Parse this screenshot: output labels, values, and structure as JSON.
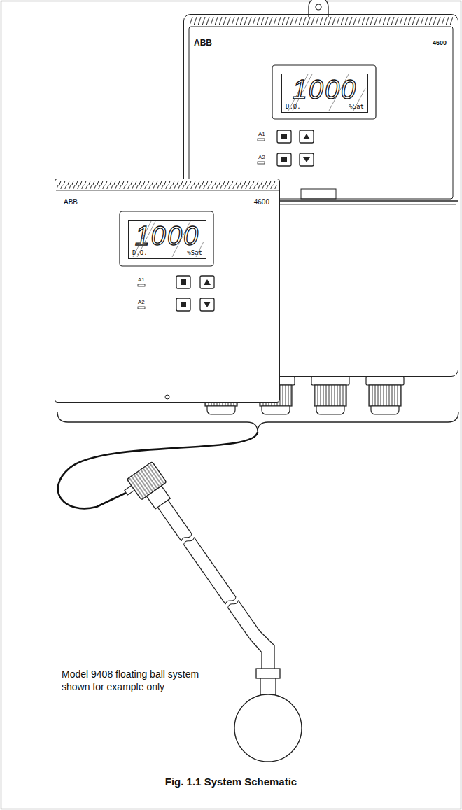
{
  "diagram": {
    "caption": "Fig. 1.1 System Schematic",
    "nodes": [
      {
        "text": [
          "ABB",
          "4600",
          "A1",
          "A2"
        ]
      },
      {
        "text": [
          "1000",
          "D.O.",
          "%Sat"
        ],
        "in": 0
      },
      {
        "text": [
          "ABB",
          "4600",
          "A1",
          "A2"
        ]
      },
      {
        "text": [
          "1000",
          "D.O.",
          "%Sat"
        ],
        "in": 2
      }
    ],
    "labels": [
      "Model 9408 floating ball system shown for example only"
    ]
  }
}
